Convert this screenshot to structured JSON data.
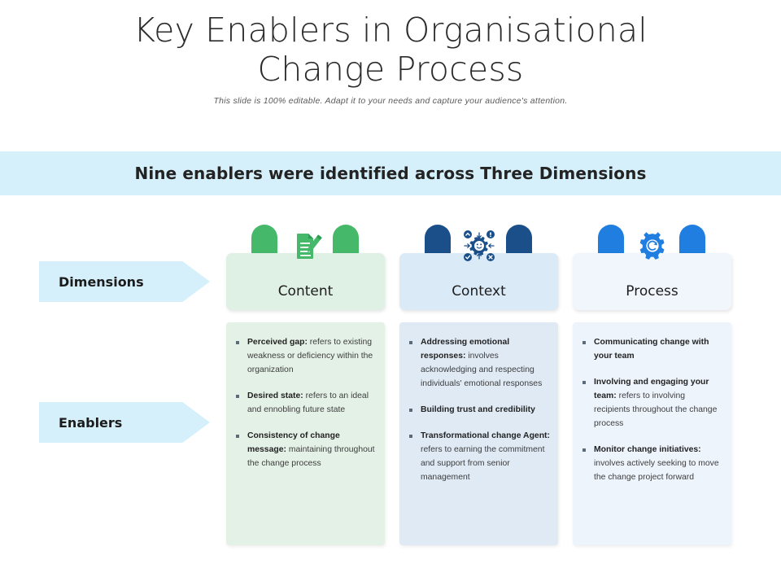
{
  "header": {
    "title": "Key Enablers in Organisational Change Process",
    "subtitle": "This slide is 100% editable.  Adapt it to your needs and capture your audience's  attention."
  },
  "banner": {
    "text": "Nine enablers were identified across Three Dimensions",
    "background_color": "#d6f0fb"
  },
  "side_labels": {
    "dimensions": "Dimensions",
    "enablers": "Enablers",
    "background_color": "#d6f0fb"
  },
  "columns": [
    {
      "id": "content",
      "title": "Content",
      "icon": "document-pencil-icon",
      "accent_color": "#45b86a",
      "header_bg": "#dff0e4",
      "body_bg": "#e4f1e6",
      "bullets": [
        {
          "lead": "Perceived gap:",
          "text": " refers to existing weakness or deficiency within the organization"
        },
        {
          "lead": "Desired state:",
          "text": " refers to an ideal and ennobling future state"
        },
        {
          "lead": "Consistency of change message:",
          "text": " maintaining throughout the change process"
        }
      ]
    },
    {
      "id": "context",
      "title": "Context",
      "icon": "gear-network-icon",
      "accent_color": "#1a4f8a",
      "header_bg": "#dbeaf7",
      "body_bg": "#dfeaf5",
      "bullets": [
        {
          "lead": "Addressing emotional responses:",
          "text": " involves acknowledging and respecting individuals' emotional responses"
        },
        {
          "lead": "Building trust and credibility",
          "text": ""
        },
        {
          "lead": "Transformational change Agent:",
          "text": " refers to earning the commitment and support from senior management"
        }
      ]
    },
    {
      "id": "process",
      "title": "Process",
      "icon": "gear-refresh-icon",
      "accent_color": "#1f7ee0",
      "header_bg": "#f1f6fd",
      "body_bg": "#eef4fc",
      "bullets": [
        {
          "lead": "Communicating change with your team",
          "text": ""
        },
        {
          "lead": "Involving and engaging your team:",
          "text": " refers to involving recipients throughout the change process"
        },
        {
          "lead": "Monitor change initiatives:",
          "text": " involves actively seeking to move the change project forward"
        }
      ]
    }
  ]
}
